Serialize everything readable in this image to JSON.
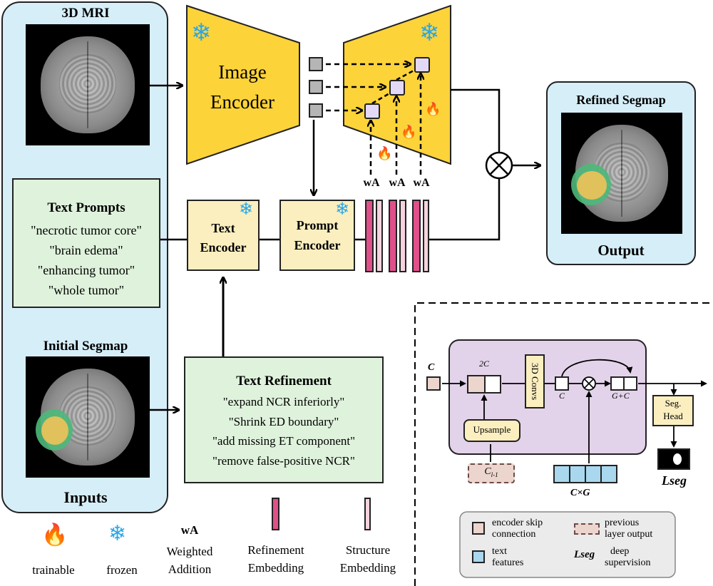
{
  "inputs_panel": {
    "mri_label": "3D MRI",
    "initial_segmap_label": "Initial Segmap",
    "inputs_label": "Inputs"
  },
  "text_prompts": {
    "title": "Text Prompts",
    "items": [
      "\"necrotic tumor core\"",
      "\"brain edema\"",
      "\"enhancing tumor\"",
      "\"whole tumor\""
    ]
  },
  "text_refinement": {
    "title": "Text Refinement",
    "items": [
      "\"expand NCR inferiorly\"",
      "\"Shrink ED boundary\"",
      "\"add missing ET component\"",
      "\"remove false-positive NCR\""
    ]
  },
  "image_encoder": {
    "line1": "Image",
    "line2": "Encoder"
  },
  "text_encoder": {
    "line1": "Text",
    "line2": "Encoder"
  },
  "prompt_encoder": {
    "line1": "Prompt",
    "line2": "Encoder"
  },
  "weighted_labels": [
    "wA",
    "wA",
    "wA"
  ],
  "output_panel": {
    "title": "Refined Segmap",
    "label": "Output"
  },
  "legend": {
    "trainable": "trainable",
    "frozen": "frozen",
    "wa_symbol": "wA",
    "weighted_line1": "Weighted",
    "weighted_line2": "Addition",
    "refinement_line1": "Refinement",
    "refinement_line2": "Embedding",
    "structure_line1": "Structure",
    "structure_line2": "Embedding"
  },
  "detail": {
    "c_label": "C",
    "two_c_label": "2C",
    "conv_label": "3D Convs",
    "c_out_label": "C",
    "gc_label": "G+C",
    "upsample_label": "Upsample",
    "prev_label": "C",
    "prev_sub": "l-1",
    "cg_label": "C×G",
    "seg_head_line1": "Seg.",
    "seg_head_line2": "Head",
    "lseg_label": "Lseg"
  },
  "detail_legend": {
    "skip_line1": "encoder skip",
    "skip_line2": "connection",
    "prev_line1": "previous",
    "prev_line2": "layer output",
    "text_line1": "text",
    "text_line2": "features",
    "lseg_symbol": "Lseg",
    "deep_line1": "deep",
    "deep_line2": "supervision"
  },
  "colors": {
    "panel_blue": "#d6eef8",
    "box_green": "#dff3dc",
    "box_yellow": "#fbefc0",
    "encoder_yellow": "#fdd33a",
    "purple_block": "#e3d3ea",
    "refinement_pink": "#e0508a",
    "structure_pink": "#f6d3de",
    "skip_color": "#ecd5cd",
    "text_feature_blue": "#a9d8ee"
  },
  "icons": [
    "snowflake-icon",
    "fire-icon",
    "multiply-icon"
  ]
}
